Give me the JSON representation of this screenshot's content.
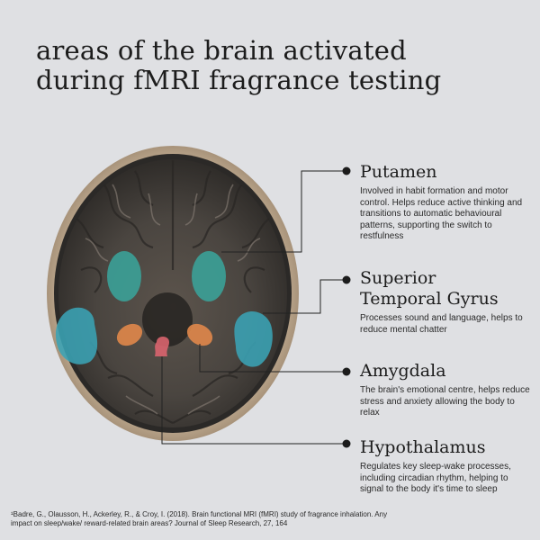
{
  "title": {
    "line1": "areas of the brain activated",
    "line2": "during fMRI fragrance testing"
  },
  "colors": {
    "background": "#dfe0e3",
    "putamen": "#3aa39a",
    "superior_temporal_gyrus": "#3aa3b5",
    "amygdala": "#e0874a",
    "hypothalamus": "#d9646e",
    "leader_lines": "#222222"
  },
  "regions": [
    {
      "id": "putamen",
      "heading_lines": [
        "Putamen"
      ],
      "description": "Involved in habit formation and motor control. Helps reduce active thinking and transitions to automatic behavioural patterns, supporting the switch to restfulness"
    },
    {
      "id": "superior_temporal_gyrus",
      "heading_lines": [
        "Superior",
        "Temporal Gyrus"
      ],
      "description": "Processes sound and language, helps to reduce mental chatter"
    },
    {
      "id": "amygdala",
      "heading_lines": [
        "Amygdala"
      ],
      "description": "The brain's emotional centre, helps reduce stress and anxiety allowing the body to relax"
    },
    {
      "id": "hypothalamus",
      "heading_lines": [
        "Hypothalamus"
      ],
      "description": "Regulates key sleep-wake processes, including circadian rhythm, helping to signal to the body it's time to sleep"
    }
  ],
  "footnote": "¹Badre, G., Olausson, H., Ackerley, R., & Croy, I. (2018). Brain functional MRI (fMRI) study of fragrance inhalation. Any impact on sleep/wake/ reward-related brain areas? Journal of Sleep Research, 27, 164"
}
